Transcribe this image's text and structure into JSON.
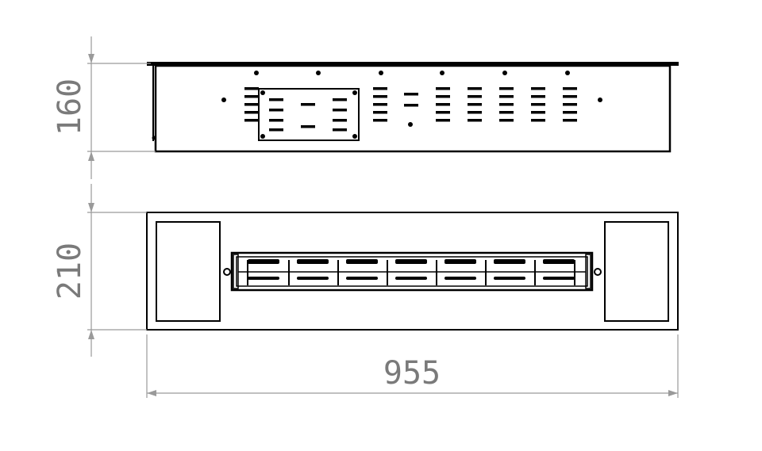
{
  "dimensions": {
    "height_front": "160",
    "depth_top": "210",
    "width_total": "955"
  },
  "colors": {
    "line": "#000000",
    "dimension": "#9a9a9a",
    "dimension_text": "#7a7a7a",
    "background": "#ffffff"
  }
}
